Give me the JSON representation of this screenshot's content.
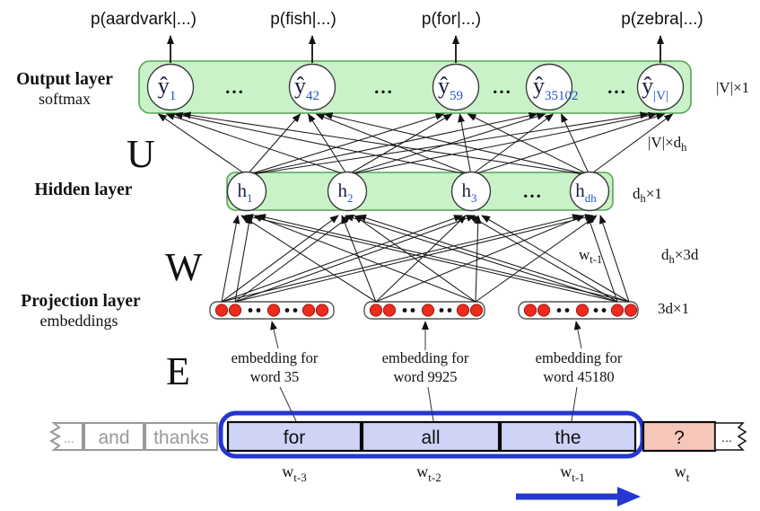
{
  "colors": {
    "layerFill": "#c9f2c9",
    "layerStroke": "#57a557",
    "wire": "#1a1a1a",
    "nodeText": "#1b2142",
    "nodeSub": "#2153c8",
    "redDot": "#ed2b1e",
    "redDotEdge": "#9e170e",
    "lavender": "#cfd3f6",
    "pink": "#f7c6ba",
    "blue": "#2437d2",
    "grayBox": "#999999"
  },
  "prob_labels": [
    "p(aardvark|...)",
    "p(fish|...)",
    "p(for|...)",
    "p(zebra|...)"
  ],
  "output": {
    "title": "Output layer",
    "subtitle": "softmax",
    "dim": "|V|×1",
    "dots": "...",
    "nodes": [
      {
        "base": "ŷ",
        "sub": "1"
      },
      {
        "base": "ŷ",
        "sub": "42"
      },
      {
        "base": "ŷ",
        "sub": "59"
      },
      {
        "base": "ŷ",
        "sub": "35102"
      },
      {
        "base": "ŷ",
        "sub": "|V|"
      }
    ]
  },
  "hidden": {
    "title": "Hidden layer",
    "dots": "...",
    "nodes": [
      {
        "base": "h",
        "sub": "1"
      },
      {
        "base": "h",
        "sub": "2"
      },
      {
        "base": "h",
        "sub": "3"
      },
      {
        "base": "h",
        "sub": "dh"
      }
    ]
  },
  "projection": {
    "title": "Projection layer",
    "subtitle": "embeddings",
    "captions": [
      {
        "line1": "embedding for",
        "line2": "word 35"
      },
      {
        "line1": "embedding for",
        "line2": "word 9925"
      },
      {
        "line1": "embedding for",
        "line2": "word 45180"
      }
    ]
  },
  "matrices": {
    "u": "U",
    "w": "W",
    "e": "E"
  },
  "dims": {
    "u": {
      "pre": "|V|×d",
      "sub": "h",
      "post": ""
    },
    "h": {
      "pre": "d",
      "sub": "h",
      "post": "×1"
    },
    "w": {
      "pre": "d",
      "sub": "h",
      "post": "×3d"
    },
    "proj": "3d×1",
    "wt1": {
      "pre": "w",
      "sub": "t-1"
    }
  },
  "sequence": {
    "left_ellipsis": "...",
    "gray_words": [
      "and",
      "thanks"
    ],
    "context_words": [
      "for",
      "all",
      "the"
    ],
    "unknown": "?",
    "right_ellipsis": "...",
    "positions": [
      {
        "base": "w",
        "sub": "t-3"
      },
      {
        "base": "w",
        "sub": "t-2"
      },
      {
        "base": "w",
        "sub": "t-1"
      },
      {
        "base": "w",
        "sub": "t"
      }
    ]
  }
}
